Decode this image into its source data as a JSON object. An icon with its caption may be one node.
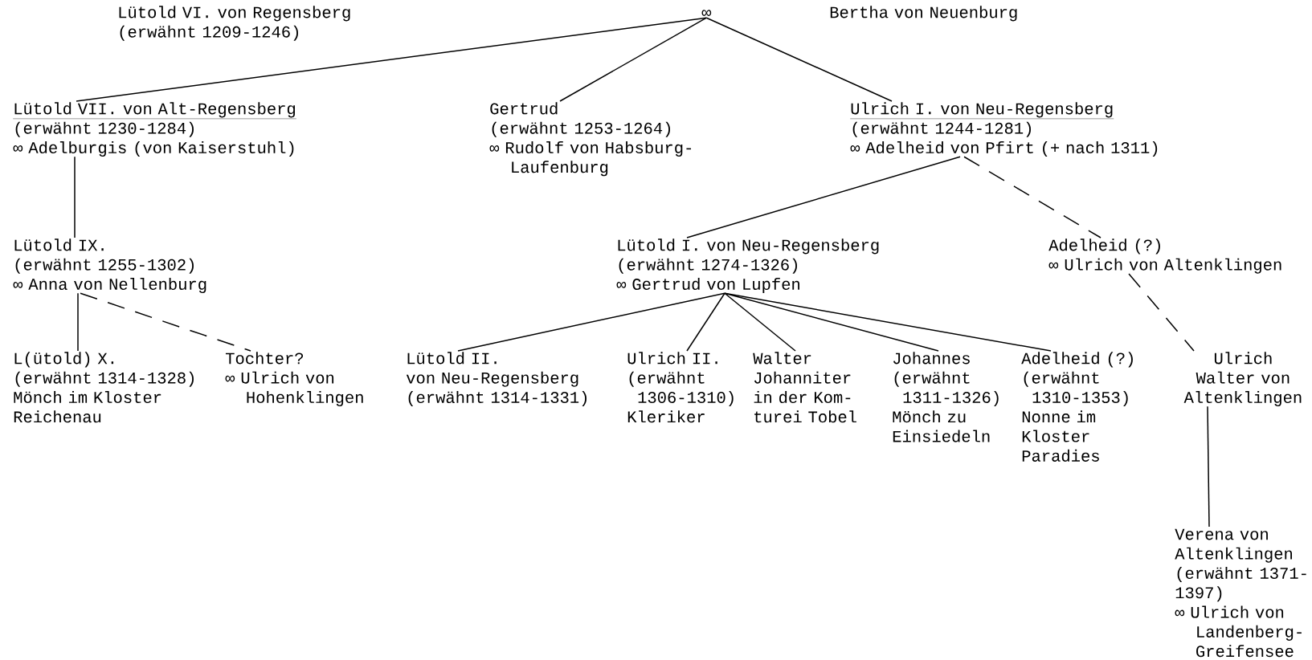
{
  "diagram": {
    "nodes": [
      {
        "text": [
          "Lütold VI. von Regensberg",
          "(erwähnt 1209-1246)"
        ]
      },
      {
        "text": [
          "∞"
        ]
      },
      {
        "text": [
          "Bertha von Neuenburg"
        ]
      },
      {
        "text": [
          "Lütold VII. von Alt-Regensberg",
          "(erwähnt 1230-1284)",
          "∞ Adelburgis (von Kaiserstuhl)"
        ]
      },
      {
        "text": [
          "Gertrud",
          "(erwähnt 1253-1264)",
          "∞ Rudolf von Habsburg- Laufenburg"
        ]
      },
      {
        "text": [
          "Ulrich I. von Neu-Regensberg",
          "(erwähnt 1244-1281)",
          "∞ Adelheid von Pfirt (+ nach 1311)"
        ]
      },
      {
        "text": [
          "Lütold IX.",
          "(erwähnt 1255-1302)",
          "∞ Anna von Nellenburg"
        ]
      },
      {
        "text": [
          "Lütold I. von Neu-Regensberg",
          "(erwähnt 1274-1326)",
          "∞ Gertrud von Lupfen"
        ]
      },
      {
        "text": [
          "Adelheid (?)",
          "∞ Ulrich von Altenklingen"
        ]
      },
      {
        "text": [
          "L(ütold) X.",
          "(erwähnt 1314-1328)",
          "Mönch im Kloster Reichenau"
        ]
      },
      {
        "text": [
          "Tochter?",
          "∞ Ulrich von Hohenklingen"
        ]
      },
      {
        "text": [
          "Lütold II. von Neu-Regensberg",
          "(erwähnt 1314-1331)"
        ]
      },
      {
        "text": [
          "Ulrich II.",
          "(erwähnt 1306-1310)",
          "Kleriker"
        ]
      },
      {
        "text": [
          "Walter",
          "Johanniter in der Kom- turei Tobel"
        ]
      },
      {
        "text": [
          "Johannes",
          "(erwähnt 1311-1326)",
          "Mönch zu Einsiedeln"
        ]
      },
      {
        "text": [
          "Adelheid (?)",
          "(erwähnt 1310-1353)",
          "Nonne im Kloster Paradies"
        ]
      },
      {
        "text": [
          "Ulrich Walter von Altenklingen"
        ]
      },
      {
        "text": [
          "Verena von Altenklingen",
          "(erwähnt 1371-1397)",
          "∞ Ulrich von Landenberg- Greifensee"
        ]
      }
    ],
    "edges": [
      {
        "from": 1,
        "to": 3,
        "arrow": "none"
      },
      {
        "from": 1,
        "to": 4,
        "arrow": "none"
      },
      {
        "from": 1,
        "to": 5,
        "arrow": "none"
      },
      {
        "from": 3,
        "to": 6,
        "arrow": "none"
      },
      {
        "from": 5,
        "to": 7,
        "arrow": "none"
      },
      {
        "from": 5,
        "to": 8,
        "arrow": "none",
        "style": "dashed"
      },
      {
        "from": 6,
        "to": 9,
        "arrow": "none"
      },
      {
        "from": 6,
        "to": 10,
        "arrow": "none",
        "style": "dashed"
      },
      {
        "from": 7,
        "to": 11,
        "arrow": "none"
      },
      {
        "from": 7,
        "to": 12,
        "arrow": "none"
      },
      {
        "from": 7,
        "to": 13,
        "arrow": "none"
      },
      {
        "from": 7,
        "to": 14,
        "arrow": "none"
      },
      {
        "from": 7,
        "to": 15,
        "arrow": "none"
      },
      {
        "from": 8,
        "to": 16,
        "arrow": "none",
        "style": "dashed"
      },
      {
        "from": 16,
        "to": 17,
        "arrow": "none"
      }
    ]
  }
}
